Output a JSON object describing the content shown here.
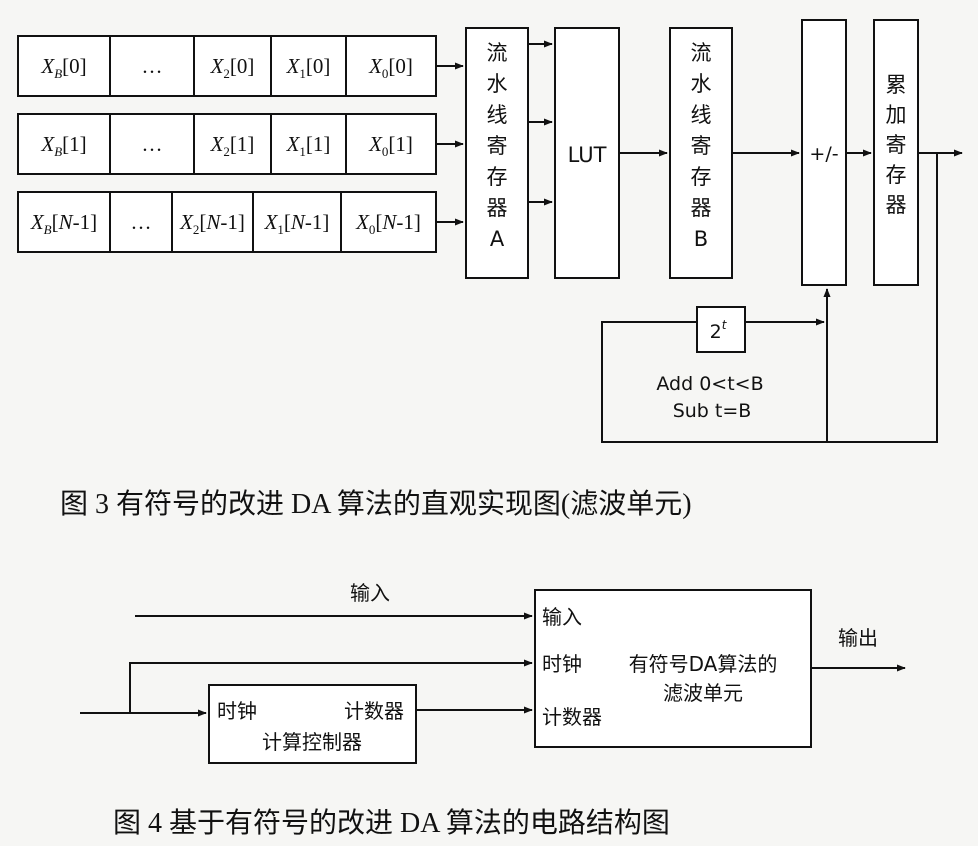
{
  "figure3": {
    "rows": [
      [
        "X_B[0]",
        "…",
        "X_2[0]",
        "X_1[0]",
        "X_0[0]"
      ],
      [
        "X_B[1]",
        "…",
        "X_2[1]",
        "X_1[1]",
        "X_0[1]"
      ],
      [
        "X_B[N-1]",
        "…",
        "X_2[N-1]",
        "X_1[N-1]",
        "X_0[N-1]"
      ]
    ],
    "pipeline_a": [
      "流",
      "水",
      "线",
      "寄",
      "存",
      "器",
      "A"
    ],
    "lut": "LUT",
    "pipeline_b": [
      "流",
      "水",
      "线",
      "寄",
      "存",
      "器",
      "B"
    ],
    "adder": "+/-",
    "accumulator": [
      "累",
      "加",
      "寄",
      "存",
      "器"
    ],
    "shift_base": "2",
    "shift_exp": "t",
    "rule_add": "Add 0<t<B",
    "rule_sub": "Sub t=B",
    "caption": "图 3   有符号的改进 DA 算法的直观实现图(滤波单元)"
  },
  "figure4": {
    "input_label": "输入",
    "output_label": "输出",
    "filter_in_input": "输入",
    "filter_in_clock": "时钟",
    "filter_in_counter": "计数器",
    "filter_title_1": "有符号DA算法的",
    "filter_title_2": "滤波单元",
    "ctrl_clock": "时钟",
    "ctrl_counter": "计数器",
    "ctrl_title": "计算控制器",
    "caption": "图 4   基于有符号的改进 DA 算法的电路结构图"
  }
}
